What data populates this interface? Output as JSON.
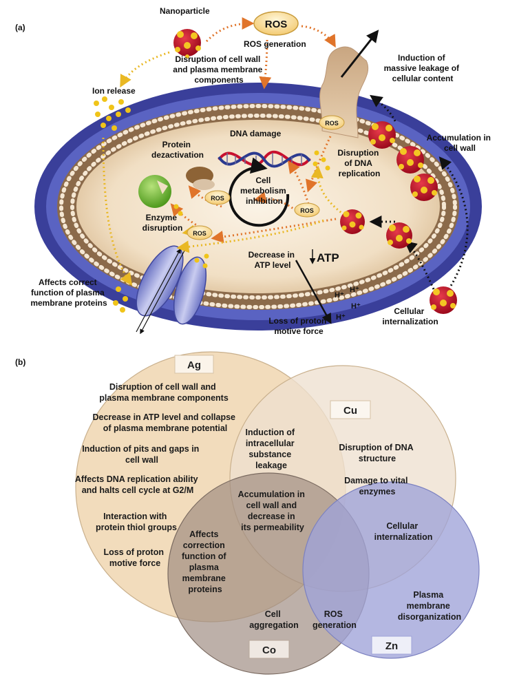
{
  "panel_a": {
    "tag": "(a)",
    "nanoparticle": "Nanoparticle",
    "ros_badge": "ROS",
    "ros_small": "ROS",
    "ros_generation": "ROS generation",
    "disruption_wall": [
      "Disruption of cell wall",
      "and plasma membrane",
      "components"
    ],
    "ion_release": "Ion release",
    "induction_leakage": [
      "Induction of",
      "massive leakage of",
      "cellular content"
    ],
    "accumulation": [
      "Accumulation in",
      "cell wall"
    ],
    "dna_damage": "DNA damage",
    "protein_deactivation": [
      "Protein",
      "dezactivation"
    ],
    "disruption_dna": [
      "Disruption",
      "of DNA",
      "replication"
    ],
    "cell_metabolism": [
      "Cell",
      "metabolism",
      "inhibition"
    ],
    "enzyme_disruption": [
      "Enzyme",
      "disruption"
    ],
    "decrease_atp": [
      "Decrease in",
      "ATP level"
    ],
    "atp": "ATP",
    "affects_membrane": [
      "Affects correct",
      "function of plasma",
      "membrane proteins"
    ],
    "proton_ions": [
      "H⁺",
      "H⁺",
      "H⁺",
      "H⁺"
    ],
    "loss_proton": [
      "Loss of proton",
      "motive force"
    ],
    "cellular_internalization": [
      "Cellular",
      "internalization"
    ]
  },
  "panel_b": {
    "tag": "(b)",
    "metals": {
      "ag": "Ag",
      "cu": "Cu",
      "co": "Co",
      "zn": "Zn"
    },
    "ag_only": [
      [
        "Disruption of cell wall and",
        "plasma membrane components"
      ],
      [
        "Decrease in ATP level and collapse",
        "of plasma membrane potential"
      ],
      [
        "Induction of pits and gaps in",
        "cell wall"
      ],
      [
        "Affects DNA replication ability",
        "and halts cell cycle at G2/M"
      ],
      [
        "Interaction with",
        "protein thiol groups"
      ],
      [
        "Loss of proton",
        "motive force"
      ]
    ],
    "ag_cu": [
      "Induction of",
      "intracellular",
      "substance",
      "leakage"
    ],
    "cu_only": [
      [
        "Disruption of DNA",
        "structure"
      ],
      [
        "Damage to vital",
        "enzymes"
      ]
    ],
    "ag_cu_co": [
      "Accumulation in",
      "cell wall and",
      "decrease in",
      "its permeability"
    ],
    "ag_co": [
      "Affects",
      "correction",
      "function of",
      "plasma",
      "membrane",
      "proteins"
    ],
    "cu_zn": [
      "Cellular",
      "internalization"
    ],
    "co_only": [
      "Cell",
      "aggregation"
    ],
    "co_zn": [
      "ROS",
      "generation"
    ],
    "zn_only": [
      "Plasma",
      "membrane",
      "disorganization"
    ]
  },
  "colors": {
    "membrane_blue": "#3a3f9a",
    "cytoplasm": "#f3e4d0",
    "nanoparticle_red": "#c8102e",
    "nanoparticle_yellow": "#f3c623",
    "ros_arrow": "#e0742a",
    "ion_dots": "#f0c419",
    "ag_circle": "#f2dcbc",
    "cu_circle": "#eee0cf",
    "co_circle": "#9e8a80",
    "zn_circle": "#9fa3d8"
  }
}
